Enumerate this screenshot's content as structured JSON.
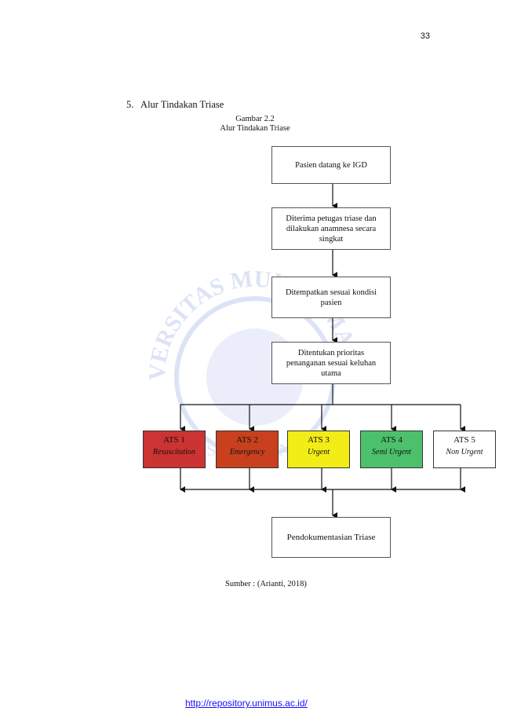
{
  "page_number": "33",
  "section_heading": "5.   Alur Tindakan Triase",
  "figure": {
    "number": "Gambar 2.2",
    "title": "Alur Tindakan Triase"
  },
  "flow": {
    "step1": "Pasien datang ke IGD",
    "step2": "Diterima petugas triase dan dilakukan anamnesa secara singkat",
    "step3": "Ditempatkan sesuai kondisi pasien",
    "step4": "Ditentukan prioritas penanganan sesuai keluhan utama",
    "ats": [
      {
        "code": "ATS 1",
        "label": "Resuscitation",
        "color": "#cc3333"
      },
      {
        "code": "ATS 2",
        "label": "Emergency",
        "color": "#c8401e"
      },
      {
        "code": "ATS 3",
        "label": "Urgent",
        "color": "#f2ec17"
      },
      {
        "code": "ATS 4",
        "label": "Semi Urgent",
        "color": "#4cc06a"
      },
      {
        "code": "ATS 5",
        "label": "Non Urgent",
        "color": "#ffffff"
      }
    ],
    "final": "Pendokumentasian Triase"
  },
  "source": "Sumber : (Arianti, 2018)",
  "footer_link": "http://repository.unimus.ac.id/",
  "watermark": {
    "arc_text": "UNIVERSITAS MUHAMMADIYAH",
    "bottom_text": "SEMARANG",
    "color": "#3a5fcf"
  }
}
